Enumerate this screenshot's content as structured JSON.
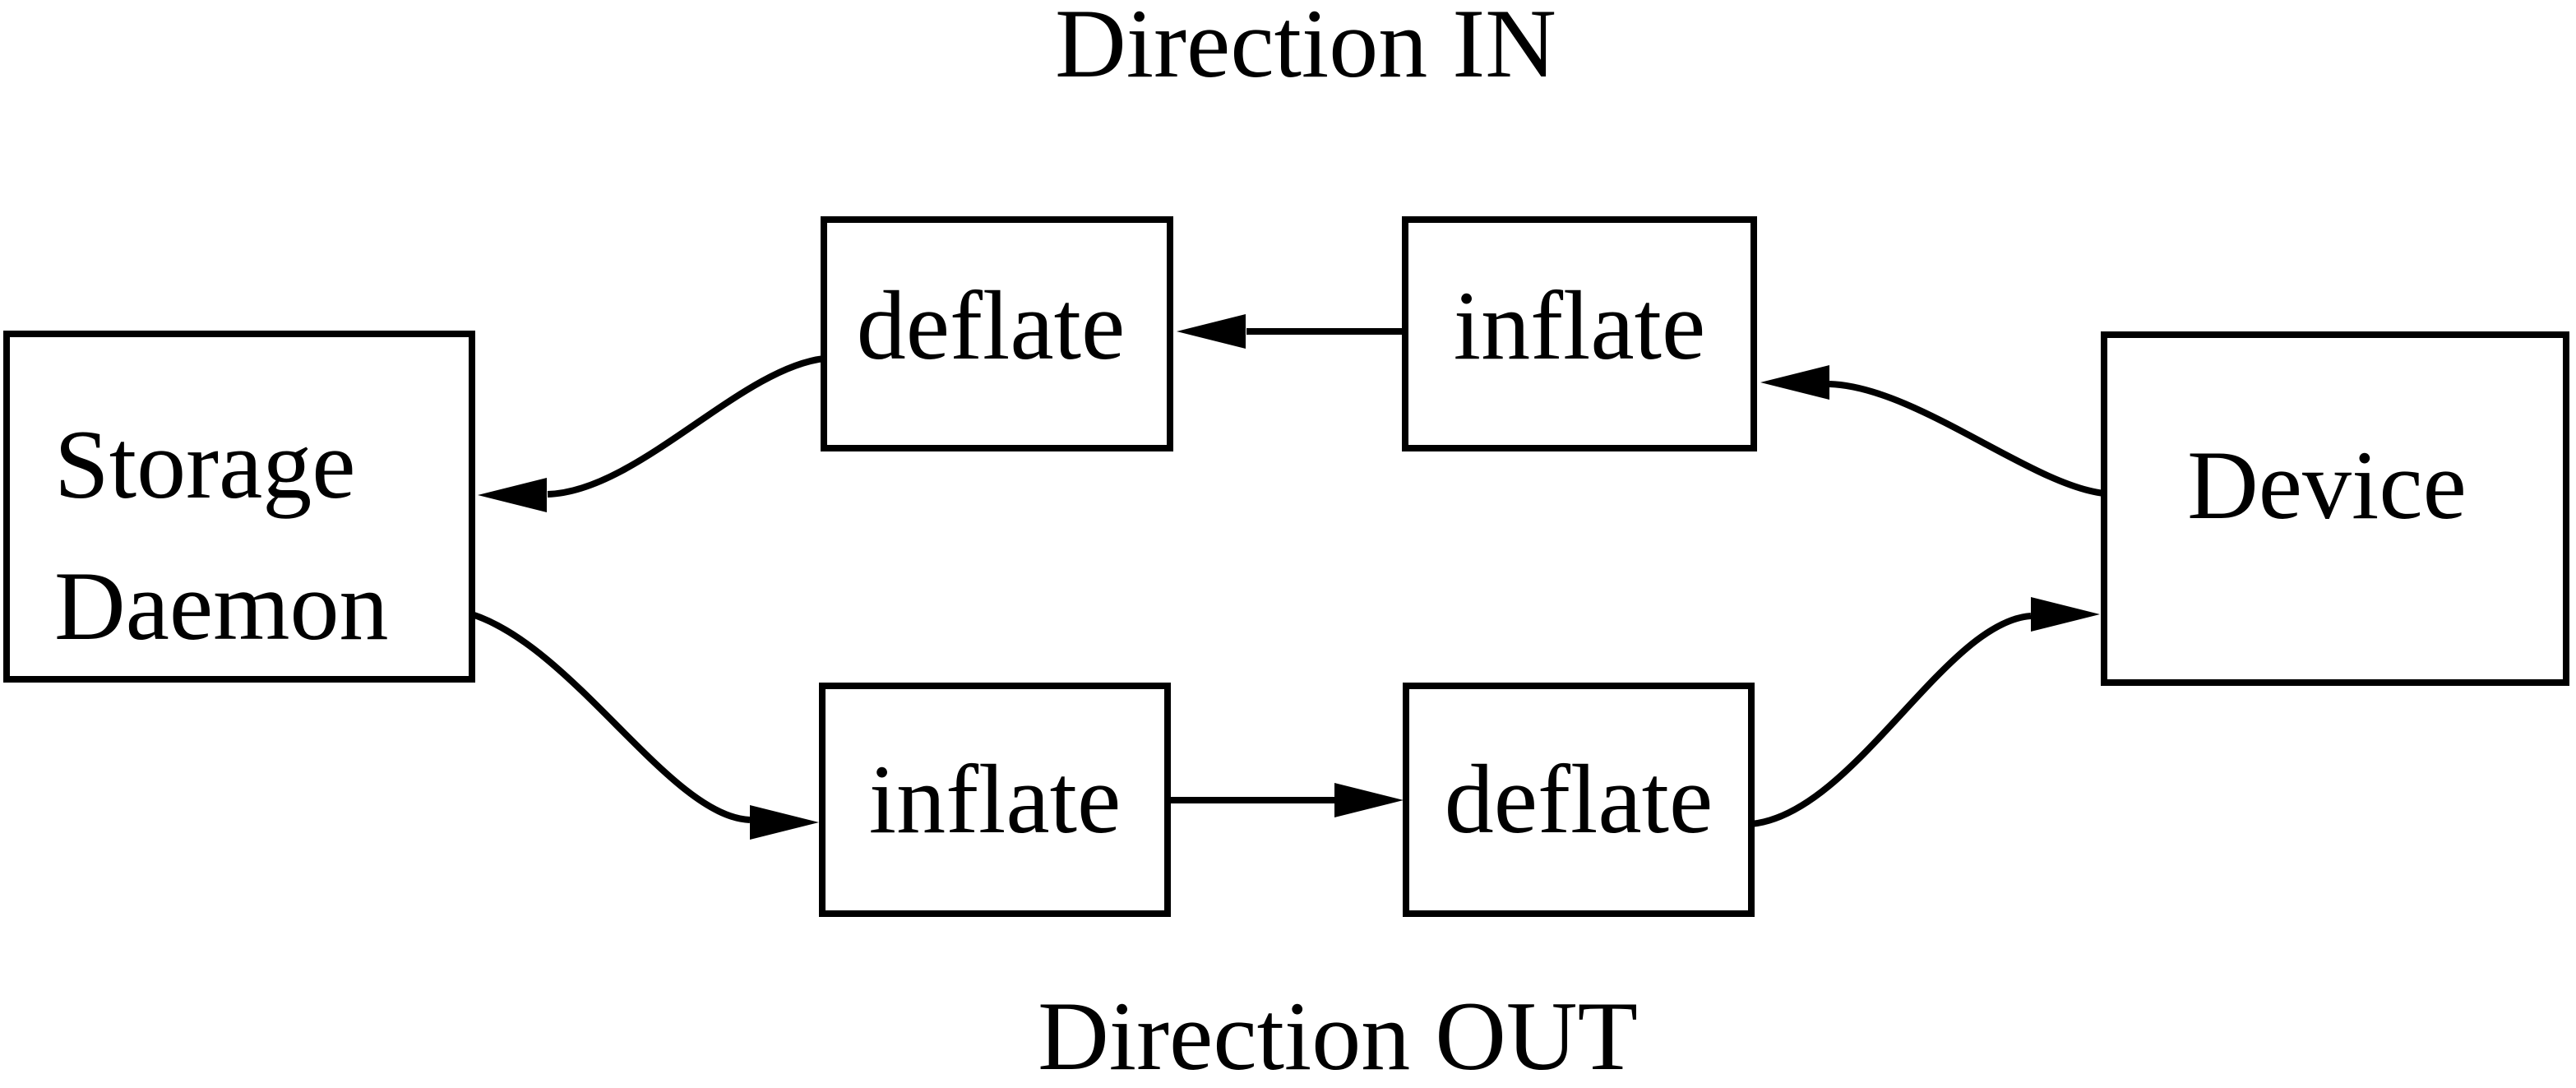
{
  "diagram": {
    "titles": {
      "in": "Direction IN",
      "out": "Direction OUT"
    },
    "nodes": {
      "storage_daemon": {
        "line1": "Storage",
        "line2": "Daemon"
      },
      "deflate_in": {
        "label": "deflate"
      },
      "inflate_in": {
        "label": "inflate"
      },
      "inflate_out": {
        "label": "inflate"
      },
      "deflate_out": {
        "label": "deflate"
      },
      "device": {
        "label": "Device"
      }
    },
    "edges": [
      {
        "from": "device",
        "to": "inflate_in",
        "direction": "IN"
      },
      {
        "from": "inflate_in",
        "to": "deflate_in",
        "direction": "IN"
      },
      {
        "from": "deflate_in",
        "to": "storage_daemon",
        "direction": "IN"
      },
      {
        "from": "storage_daemon",
        "to": "inflate_out",
        "direction": "OUT"
      },
      {
        "from": "inflate_out",
        "to": "deflate_out",
        "direction": "OUT"
      },
      {
        "from": "deflate_out",
        "to": "device",
        "direction": "OUT"
      }
    ],
    "colors": {
      "line": "#000000",
      "background": "#ffffff"
    }
  }
}
